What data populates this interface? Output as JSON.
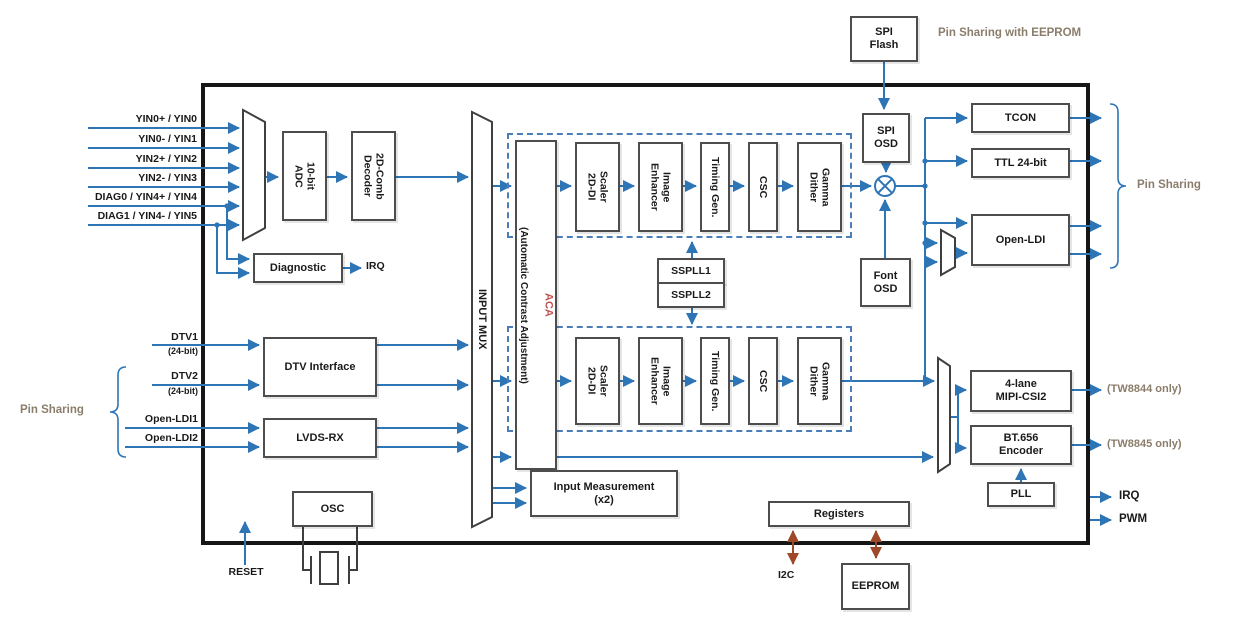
{
  "colors": {
    "line_blue": "#2E75B6",
    "box_border": "#4d4d4d",
    "chip_border": "#161616",
    "aca_red": "#C0504D",
    "share_brown": "#8b7d6b",
    "i2c_rust": "#9e4a2a"
  },
  "inputs": {
    "analog": [
      "YIN0+ / YIN0",
      "YIN0- / YIN1",
      "YIN2+ / YIN2",
      "YIN2- / YIN3",
      "DIAG0 / YIN4+ / YIN4",
      "DIAG1 / YIN4- / YIN5"
    ],
    "dtv1": "DTV1",
    "dtv1_bits": "(24-bit)",
    "dtv2": "DTV2",
    "dtv2_bits": "(24-bit)",
    "open_ldi1": "Open-LDI1",
    "open_ldi2": "Open-LDI2"
  },
  "chip": {
    "front_end": {
      "adc": "10-bit\nADC",
      "comb": "2D-Comb\nDecoder",
      "diagnostic": "Diagnostic",
      "diag_irq": "IRQ",
      "input_mux": "INPUT MUX"
    },
    "digital_in": {
      "dtv_interface": "DTV Interface",
      "lvds_rx": "LVDS-RX"
    },
    "processing": {
      "aca_title": "ACA",
      "aca_sub": "(Automatic Contrast Adjustment)",
      "scaler": "Scaler\n2D-DI",
      "enhancer": "Image\nEnhancer",
      "timing": "Timing Gen.",
      "csc": "CSC",
      "gamma": "Gamma\nDither",
      "sspll1": "SSPLL1",
      "sspll2": "SSPLL2",
      "input_measurement": "Input Measurement\n(x2)"
    },
    "osd": {
      "spi_osd": "SPI\nOSD",
      "font_osd": "Font\nOSD"
    },
    "outputs": {
      "tcon": "TCON",
      "ttl": "TTL 24-bit",
      "open_ldi": "Open-LDI",
      "mipi": "4-lane\nMIPI-CSI2",
      "bt656": "BT.656\nEncoder",
      "pll": "PLL"
    },
    "misc": {
      "osc": "OSC",
      "registers": "Registers"
    }
  },
  "external": {
    "spi_flash": "SPI\nFlash",
    "pin_sharing_with_eeprom": "Pin Sharing with EEPROM",
    "pin_sharing_right": "Pin Sharing",
    "pin_sharing_left": "Pin Sharing",
    "tw8844_only": "(TW8844 only)",
    "tw8845_only": "(TW8845 only)",
    "irq": "IRQ",
    "pwm": "PWM",
    "reset": "RESET",
    "i2c": "I2C",
    "eeprom": "EEPROM"
  }
}
